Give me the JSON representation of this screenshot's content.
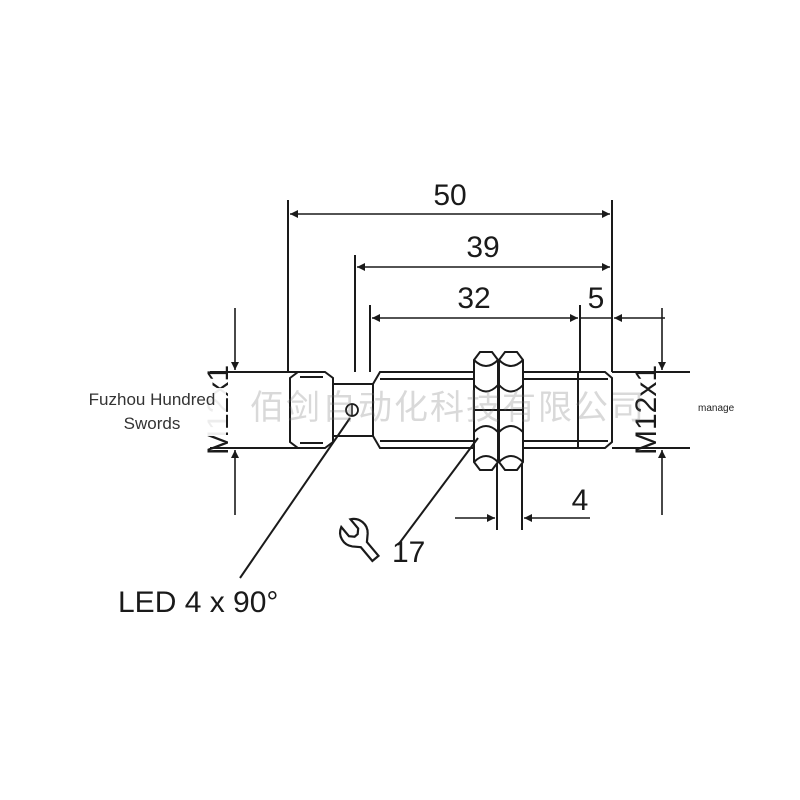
{
  "dimensions": {
    "overall_length": "50",
    "length_39": "39",
    "thread_length": "32",
    "tip_length": "5",
    "nut_width": "4",
    "wrench_size": "17"
  },
  "thread_spec": "M12x1",
  "connector_thread_spec": "M12x1",
  "led_label": "LED 4 x 90°",
  "icons": {
    "wrench": "wrench-icon"
  },
  "watermarks": {
    "left_line1": "Fuzhou Hundred",
    "left_line2": "Swords",
    "center_cn": "佰剑自动化科技有限公司",
    "right": "manage"
  },
  "colors": {
    "line": "#1a1a1a",
    "background": "#ffffff"
  }
}
